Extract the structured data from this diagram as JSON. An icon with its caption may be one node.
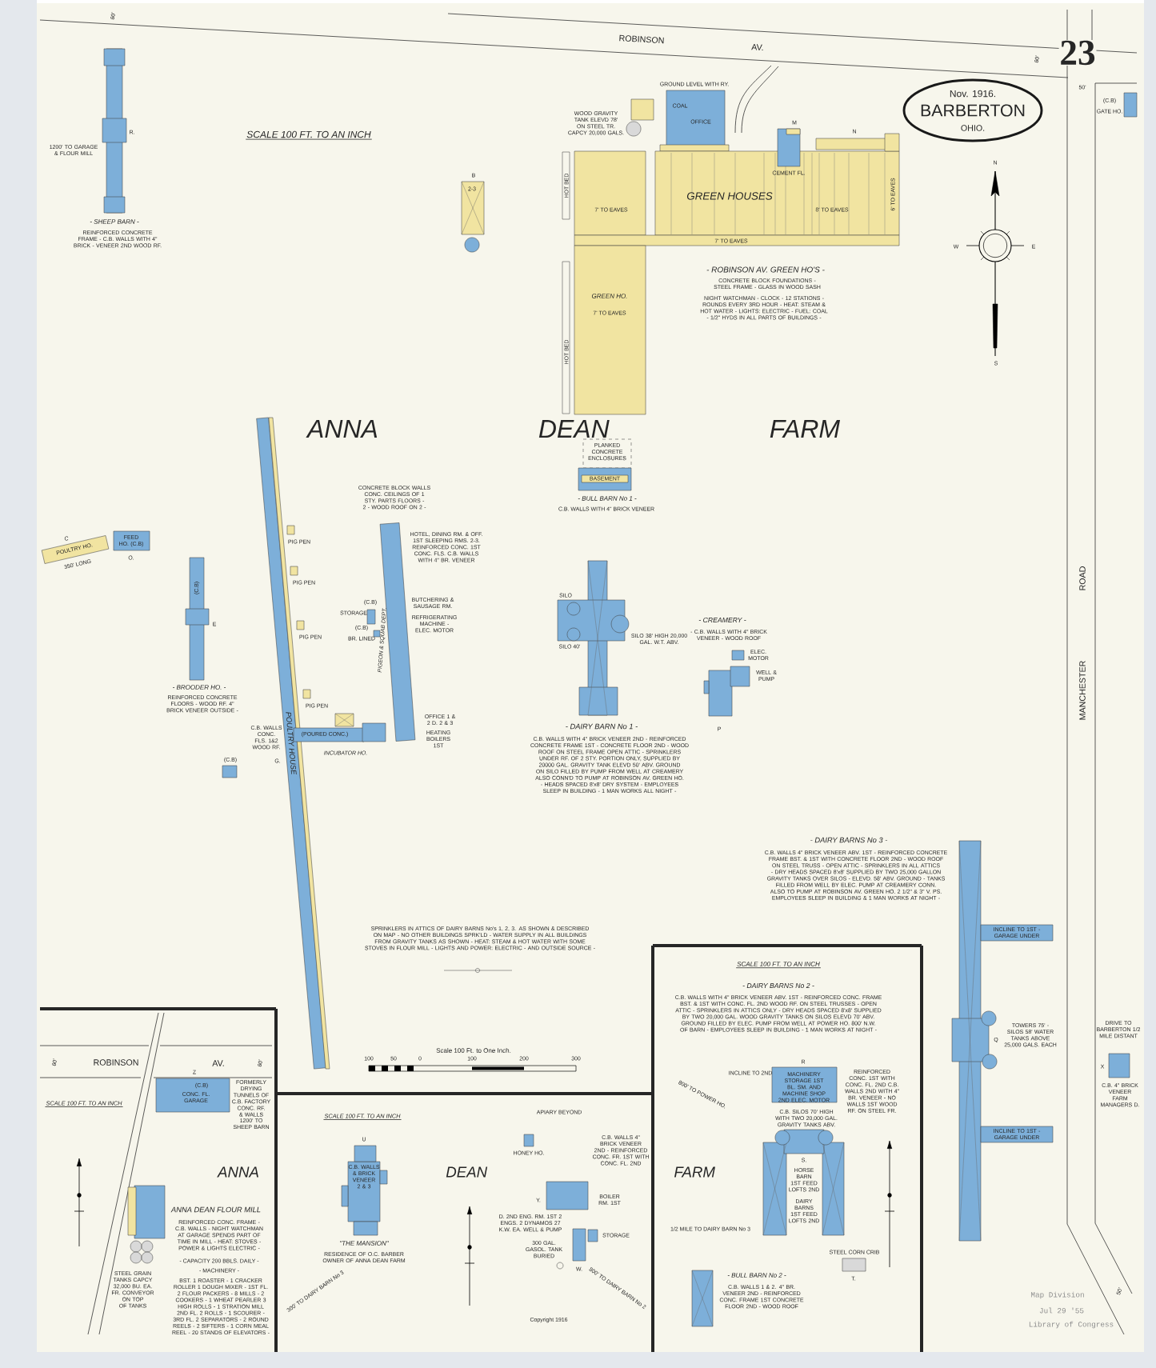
{
  "diagram": {
    "nodes": [
      {
        "text": [
          "- SHEEP BARN -",
          "REINFORCED CONCRETE FRAME - C.B. WALLS WITH 4\" BRICK - VENEER 2ND WOOD RF."
        ]
      },
      {
        "text": [
          "2-3"
        ],
        "beside": [
          "B"
        ]
      },
      {
        "text": [
          "COAL",
          "OFFICE"
        ]
      },
      {
        "text": [
          "GREEN HOUSES"
        ]
      },
      {
        "text": [
          "GREEN HO.",
          "7' TO EAVES"
        ]
      },
      {
        "text": [],
        "shape": "box"
      },
      {
        "text": [
          "Nov. 1916.",
          "BARBERTON",
          "OHIO."
        ]
      },
      {
        "text": [
          "(C.B)",
          "GATE HO."
        ]
      },
      {
        "text": [
          "PLANKED CONCRETE ENCLOSURES"
        ]
      },
      {
        "text": [
          "BASEMENT",
          "- BULL BARN No 1 -",
          "C.B. WALLS WITH 4\" BRICK VENEER"
        ]
      },
      {
        "text": [
          "POULTRY HO.",
          "350' LONG"
        ]
      },
      {
        "text": [
          "FEED HO. (C.B)"
        ]
      },
      {
        "text": [
          "(C.B)",
          "- BROODER HO. -",
          "REINFORCED CONCRETE FLOORS - WOOD RF. 4\" BRICK VENEER OUTSIDE -"
        ]
      },
      {
        "text": [
          "POULTRY HOUSE"
        ]
      },
      {
        "text": [
          "PIG PEN"
        ]
      },
      {
        "text": [
          "PIG PEN"
        ]
      },
      {
        "text": [
          "PIG PEN"
        ]
      },
      {
        "text": [
          "PIG PEN"
        ]
      },
      {
        "text": [
          "PIGEON & SQUAB DEPT."
        ]
      },
      {
        "text": [
          "(POURED CONC.)",
          "INCUBATOR HO."
        ]
      },
      {
        "text": [
          "- DAIRY BARN No 1 -",
          "C.B. WALLS WITH 4\" BRICK VENEER 2ND - REINFORCED CONCRETE FRAME 1ST - CONCRETE FLOOR 2ND - WOOD ROOF ON STEEL FRAME OPEN ATTIC - SPRINKLERS UNDER RF. OF 2 STY. PORTION ONLY, SUPPLIED BY 20000 GAL. GRAVITY TANK ELEVD 50' ABV. GROUND ON SILO FILLED BY PUMP FROM WELL AT CREAMERY ALSO CONN'D TO PUMP AT ROBINSON AV. GREEN HO. - HEADS SPACED 8'x8' DRY SYSTEM - EMPLOYEES SLEEP IN BUILDING - 1 MAN WORKS ALL NIGHT -"
        ]
      },
      {
        "text": [
          "- CREAMERY -",
          "- C.B. WALLS WITH 4\" BRICK VENEER - WOOD ROOF"
        ]
      },
      {
        "text": [
          "- DAIRY BARNS No 3 -",
          "C.B. WALLS 4\" BRICK VENEER ABV. 1ST - REINFORCED CONCRETE FRAME BST. & 1ST WITH CONCRETE FLOOR 2ND - WOOD ROOF ON STEEL TRUSS - OPEN ATTIC - SPRINKLERS IN ALL ATTICS - DRY HEADS SPACED 8'x8' SUPPLIED BY TWO 25,000 GALLON GRAVITY TANKS OVER SILOS - ELEVD. 58' ABV. GROUND - TANKS FILLED FROM WELL BY ELEC. PUMP AT CREAMERY CONN. ALSO TO PUMP AT ROBINSON AV. GREEN HO. 2 1/2\" & 3\" V. PS. EMPLOYEES SLEEP IN BUILDING & 1 MAN WORKS AT NIGHT -"
        ]
      },
      {
        "text": [
          "C.B. 4\" BRICK VENEER FARM MANAGERS D."
        ]
      },
      {
        "text": [
          "(C.B)",
          "CONC. FL. GARAGE"
        ]
      },
      {
        "text": [
          "ANNA DEAN FLOUR MILL",
          "REINFORCED CONC. FRAME - C.B. WALLS - NIGHT WATCHMAN AT GARAGE SPENDS PART OF TIME IN MILL - HEAT: STOVES - POWER & LIGHTS ELECTRIC -",
          "- CAPACITY 200 BBLS. DAILY -"
        ]
      },
      {
        "text": [
          "C.B. WALLS & BRICK VENEER 2 & 3",
          "\"THE MANSION\"",
          "RESIDENCE OF O.C. BARBER OWNER OF ANNA DEAN FARM"
        ]
      },
      {
        "text": [
          "HONEY HO."
        ]
      },
      {
        "text": [
          "C.B. WALLS 4\" BRICK VENEER 2ND - REINFORCED CONC. FR. 1ST WITH CONC. FL. 2ND"
        ]
      },
      {
        "text": [
          "MACHINERY STORAGE 1ST BL. SM. AND MACHINE SHOP 2ND ELEC. MOTOR"
        ]
      },
      {
        "text": [
          "- DAIRY BARNS No 2 -",
          "C.B. WALLS WITH 4\" BRICK VENEER ABV. 1ST - REINFORCED CONC. FRAME BST. & 1ST WITH CONC. FL. 2ND WOOD RF. ON STEEL TRUSSES - OPEN ATTIC - SPRINKLERS IN ATTICS ONLY - DRY HEADS SPACED 8'x8' SUPPLIED BY TWO 20,000 GAL. WOOD GRAVITY TANKS ON SILOS ELEVD 70' ABV. GROUND FILLED BY ELEC. PUMP FROM WELL AT POWER HO. 800' N.W. OF BARN - EMPLOYEES SLEEP IN BUILDING - 1 MAN WORKS AT NIGHT -"
        ]
      },
      {
        "text": [
          "- BULL BARN No 2 -",
          "C.B. WALLS 1 & 2. 4\" BR. VENEER 2ND - REINFORCED CONC. FRAME 1ST CONCRETE FLOOR 2ND - WOOD ROOF"
        ]
      },
      {
        "text": [
          "STEEL CORN CRIB"
        ]
      }
    ],
    "labels": [
      "ROBINSON",
      "AV.",
      "23",
      "60'",
      "60'",
      "50'",
      "SCALE 100 FT. TO AN INCH",
      "R.",
      "1200' TO GARAGE & FLOUR MILL",
      "WOOD GRAVITY TANK ELEVD 78' ON STEEL TR. CAPCY 20,000 GALS.",
      "GROUND LEVEL WITH RY.",
      "HOT BED",
      "HOT BED",
      "7' TO EAVES",
      "8' TO EAVES",
      "6' TO EAVES",
      "7' TO EAVES",
      "M",
      "CEMENT FL.",
      "N",
      "N",
      "W",
      "E",
      "S",
      "- ROBINSON AV. GREEN HO'S -",
      "CONCRETE BLOCK FOUNDATIONS - STEEL FRAME - GLASS IN WOOD SASH",
      "NIGHT WATCHMAN - CLOCK - 12 STATIONS - ROUNDS EVERY 3RD HOUR - HEAT: STEAM & HOT WATER - LIGHTS: ELECTRIC - FUEL: COAL - 1/2\" HYDS IN ALL PARTS OF BUILDINGS -",
      "ANNA DEAN FARM",
      "C",
      "O.",
      "E",
      "CONCRETE BLOCK WALLS CONC. CEILINGS OF 1 STY. PARTS FLOORS - 2 - WOOD ROOF ON 2 -",
      "HOTEL, DINING RM. & OFF. 1ST SLEEPING RMS. 2-3. REINFORCED CONC. 1ST CONC. FLS. C.B. WALLS WITH 4\" BR. VENEER",
      "STORAGE",
      "(C.B)",
      "(C.B)",
      "BR. LINED",
      "BUTCHERING & SAUSAGE RM.",
      "REFRIGERATING MACHINE - ELEC. MOTOR",
      "OFFICE 1 & 2 D. 2 & 3",
      "HEATING BOILERS 1ST",
      "C.B. WALLS CONC. FLS. 1&2 WOOD RF.",
      "(C.B)",
      "G.",
      "SILO",
      "SILO 40'",
      "SILO 38' HIGH 20,000 GAL. W.T. ABV.",
      "ELEC. MOTOR",
      "WELL & PUMP",
      "P",
      "MANCHESTER",
      "ROAD",
      "INCLINE TO 1ST - GARAGE UNDER",
      "Q",
      "TOWERS 75' - SILOS 58' WATER TANKS ABOVE 25,000 GALS. EACH",
      "INCLINE TO 1ST - GARAGE UNDER",
      "DRIVE TO BARBERTON 1/2 MILE DISTANT",
      "X",
      "SPRINKLERS IN ATTICS OF DAIRY BARNS No's 1, 2, 3. AS SHOWN & DESCRIBED ON MAP - NO OTHER BUILDINGS SPRK'LD - WATER SUPPLY IN ALL BUILDINGS FROM GRAVITY TANKS AS SHOWN - HEAT: STEAM & HOT WATER WITH SOME STOVES IN FLOUR MILL - LIGHTS AND POWER: ELECTRIC - AND OUTSIDE SOURCE -",
      "Scale 100 Ft. to One Inch.",
      "100",
      "50",
      "0",
      "100",
      "200",
      "300",
      "60'",
      "ROBINSON",
      "AV.",
      "60'",
      "SCALE 100 FT. TO AN INCH",
      "Z",
      "FORMERLY DRYING TUNNELS OF C.B. FACTORY CONC. RF. & WALLS",
      "1200' TO SHEEP BARN",
      "STEEL GRAIN TANKS CAPCY 32,000 BU. EA. FR. CONVEYOR ON TOP OF TANKS",
      "- MACHINERY -",
      "BST. 1 ROASTER - 1 CRACKER ROLLER 1 DOUGH MIXER - 1ST FL. 2 FLOUR PACKERS - 8 MILLS - 2 COOKERS - 1 WHEAT PEARLER 3 HIGH ROLLS - 1 STRATION MILL 2ND FL. 2 ROLLS - 1 SCOURER - 3RD FL. 2 SEPARATORS - 2 ROUND REELS - 2 SIFTERS - 1 CORN MEAL REEL - 20 STANDS OF ELEVATORS -",
      "SCALE 100 FT. TO AN INCH",
      "ANNA DEAN FARM",
      "U",
      "300' TO DAIRY BARN No 3",
      "APIARY BEYOND",
      "Y.",
      "BOILER RM. 1ST",
      "D. 2ND ENG. RM. 1ST 2 ENGS. 2 DYNAMOS 27 K.W. EA. WELL & PUMP",
      "300 GAL. GASOL. TANK BURIED",
      "STORAGE",
      "W.",
      "800' TO DAIRY BARN No 2",
      "Copyright 1916",
      "SCALE 100 FT. TO AN INCH",
      "R",
      "INCLINE TO 2ND",
      "REINFORCED CONC. 1ST WITH CONC. FL. 2ND C.B. WALLS 2ND WITH 4\" BR. VENEER - NO WALLS 1ST WOOD RF. ON STEEL FR.",
      "800' TO POWER HO.",
      "C.B. SILOS 70' HIGH WITH TWO 20,000 GAL. GRAVITY TANKS ABV.",
      "S.",
      "HORSE BARN 1ST FEED LOFTS 2ND",
      "DAIRY BARNS 1ST FEED LOFTS 2ND",
      "1/2 MILE TO DAIRY BARN No 3",
      "T.",
      "Map Division",
      "Jul 29 '55",
      "Library of Congress",
      "50'"
    ]
  }
}
